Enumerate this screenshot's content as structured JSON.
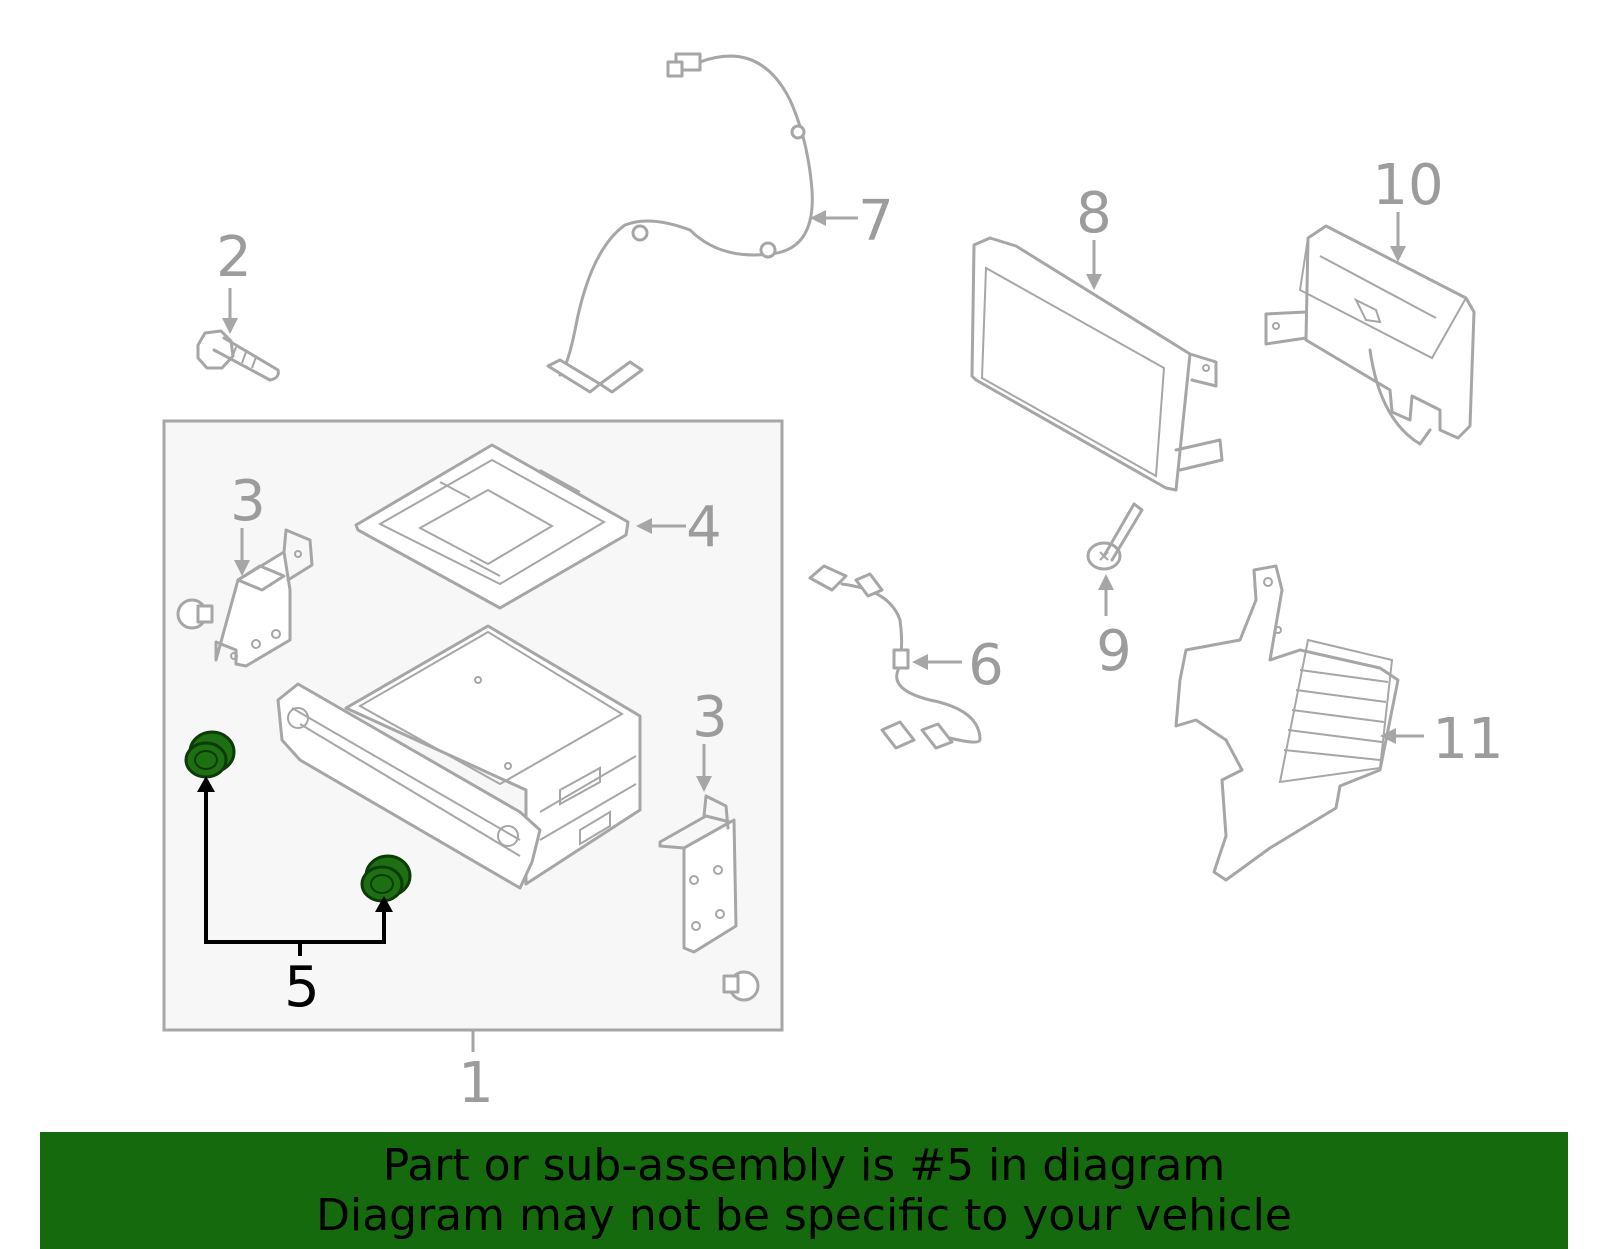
{
  "diagram": {
    "callouts": {
      "c1": "1",
      "c2": "2",
      "c3a": "3",
      "c3b": "3",
      "c4": "4",
      "c5": "5",
      "c6": "6",
      "c7": "7",
      "c8": "8",
      "c9": "9",
      "c10": "10",
      "c11": "11"
    },
    "highlighted_part": "5",
    "colors": {
      "part_outline": "#a6a6a6",
      "callout_text": "#9c9c9c",
      "highlight_fill": "#1e6e12",
      "assembly_box_fill": "#f7f7f7",
      "banner_background": "#146a0c"
    }
  },
  "banner": {
    "line1": "Part or sub-assembly is #5 in diagram",
    "line2": "Diagram may not be specific to your vehicle"
  }
}
